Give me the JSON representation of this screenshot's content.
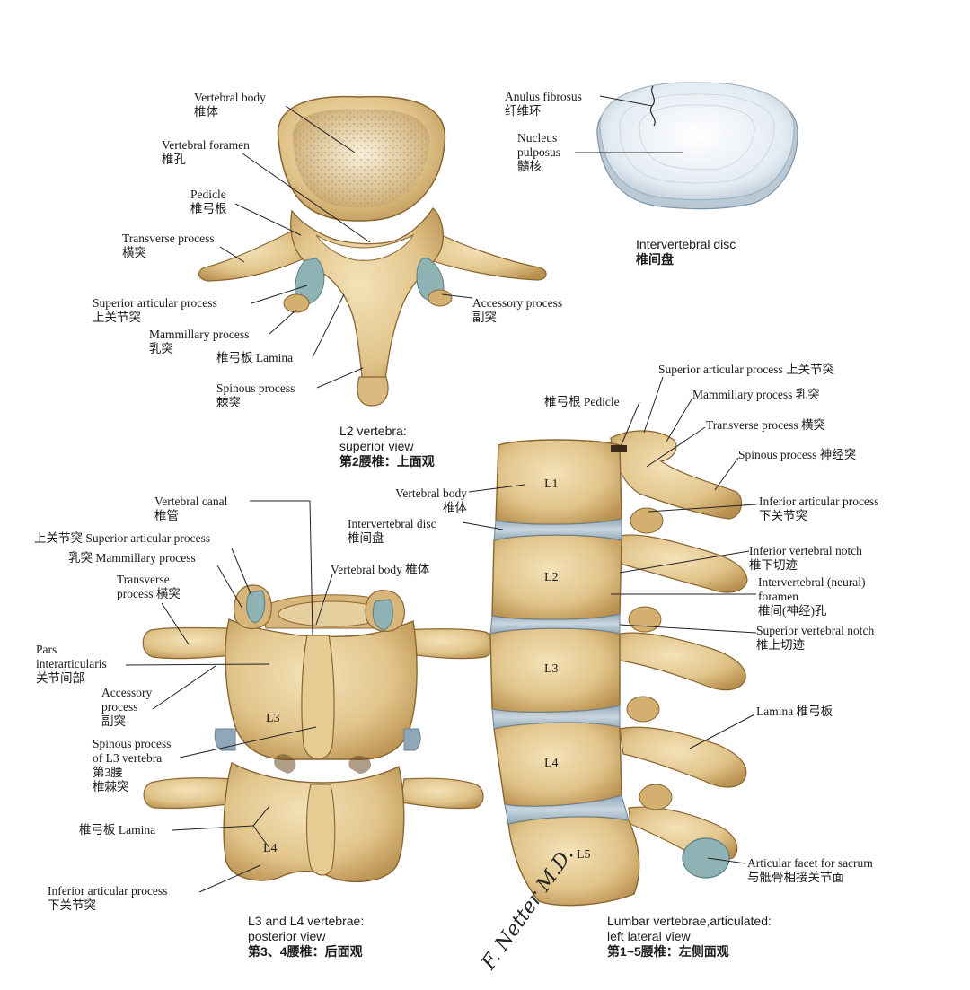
{
  "colors": {
    "bone": "#e8cf9a",
    "bone_dark": "#c9a463",
    "bone_shadow": "#a67f42",
    "disc": "#a9bfcc",
    "facet": "#8fb3b5",
    "line": "#222222"
  },
  "top_view": {
    "labels": [
      {
        "en": "Vertebral body",
        "zh": "椎体"
      },
      {
        "en": "Vertebral foramen",
        "zh": "椎孔"
      },
      {
        "en": "Pedicle",
        "zh": "椎弓根"
      },
      {
        "en": "Transverse process",
        "zh": "横突"
      },
      {
        "en": "Superior articular process",
        "zh": "上关节突"
      },
      {
        "en": "Mammillary process",
        "zh": "乳突"
      },
      {
        "en": "椎弓板 Lamina"
      },
      {
        "en": "Spinous process",
        "zh": "棘突"
      },
      {
        "en": "Accessory process",
        "zh": "副突"
      }
    ],
    "caption": {
      "line1": "L2 vertebra:",
      "line2": "superior view",
      "zh": "第2腰椎：上面观"
    }
  },
  "disc_view": {
    "labels": [
      {
        "en": "Anulus fibrosus",
        "zh": "纤维环"
      },
      {
        "en": "Nucleus",
        "en2": "pulposus",
        "zh": "髓核"
      }
    ],
    "caption": {
      "line1": "Intervertebral disc",
      "zh": "椎间盘"
    }
  },
  "posterior_view": {
    "labels": [
      {
        "en": "Vertebral canal",
        "zh": "椎管"
      },
      {
        "en": "上关节突 Superior articular process"
      },
      {
        "en": "乳突 Mammillary process"
      },
      {
        "en": "Transverse",
        "en2": "process 横突"
      },
      {
        "en": "Vertebral body 椎体"
      },
      {
        "en": "Pars",
        "en2": "interarticularis",
        "zh": "关节间部"
      },
      {
        "en": "Accessory",
        "en2": "process",
        "zh": "副突"
      },
      {
        "en": "Spinous process",
        "en2": "of L3 vertebra",
        "zh": "第3腰",
        "zh2": "椎棘突"
      },
      {
        "en": "椎弓板 Lamina"
      },
      {
        "en": "Inferior articular process",
        "zh": "下关节突"
      }
    ],
    "level_labels": [
      "L3",
      "L4"
    ],
    "caption": {
      "line1": "L3 and L4 vertebrae:",
      "line2": "posterior view",
      "zh": "第3、4腰椎：后面观"
    }
  },
  "lateral_view": {
    "labels": [
      {
        "en": "Superior articular process 上关节突"
      },
      {
        "en": "椎弓根 Pedicle"
      },
      {
        "en": "Mammillary process 乳突"
      },
      {
        "en": "Transverse process 横突"
      },
      {
        "en": "Spinous process 神经突"
      },
      {
        "en": "Vertebral body",
        "zh": "椎体"
      },
      {
        "en": "Intervertebral disc",
        "zh": "椎间盘"
      },
      {
        "en": "Inferior articular process",
        "zh": "下关节突"
      },
      {
        "en": "Inferior vertebral notch",
        "zh": "椎下切迹"
      },
      {
        "en": "Intervertebral (neural)",
        "en2": "foramen",
        "zh": "椎间(神经)孔"
      },
      {
        "en": "Superior vertebral notch",
        "zh": "椎上切迹"
      },
      {
        "en": "Lamina 椎弓板"
      },
      {
        "en": "Articular facet for sacrum",
        "zh": "与骶骨相接关节面"
      }
    ],
    "level_labels": [
      "L1",
      "L2",
      "L3",
      "L4",
      "L5"
    ],
    "caption": {
      "line1": "Lumbar vertebrae,articulated:",
      "line2": "left lateral view",
      "zh": "第1~5腰椎：左侧面观"
    }
  },
  "signature": "F. Netter M.D."
}
